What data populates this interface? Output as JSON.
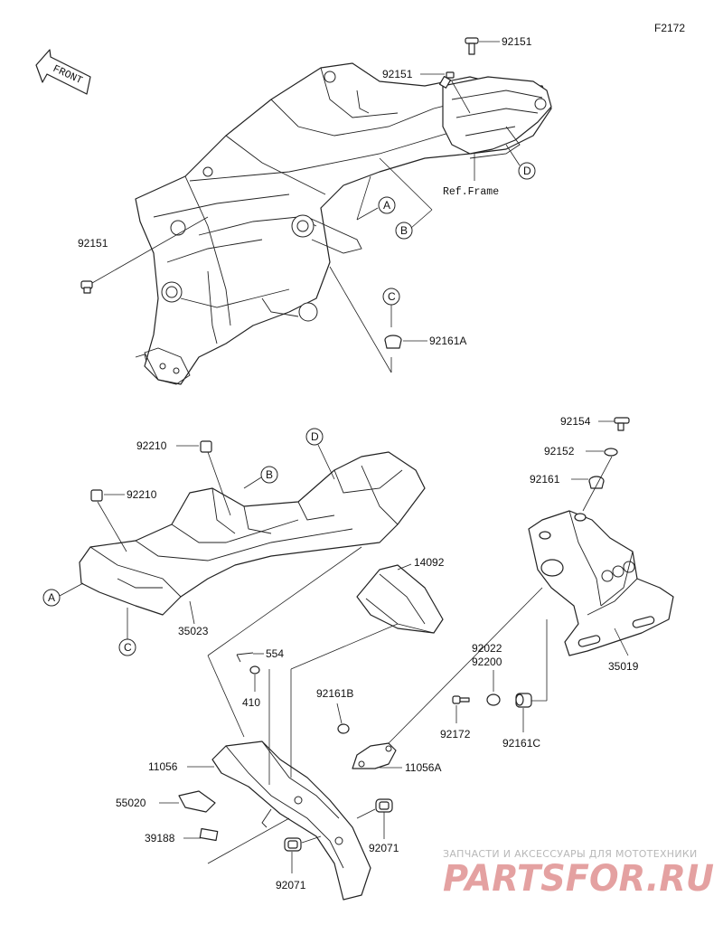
{
  "diagram_code": "F2172",
  "front_arrow_label": "FRONT",
  "ref_frame_label": "Ref.Frame",
  "callouts": [
    "A",
    "B",
    "C",
    "D"
  ],
  "labels": {
    "p92151_top": "92151",
    "p92151_mid": "92151",
    "p92151_left": "92151",
    "p92161A": "92161A",
    "p92210_a": "92210",
    "p92210_b": "92210",
    "p35023": "35023",
    "p14092": "14092",
    "p554": "554",
    "p410": "410",
    "p92161B": "92161B",
    "p11056A": "11056A",
    "p11056": "11056",
    "p55020": "55020",
    "p39188": "39188",
    "p92071_a": "92071",
    "p92071_b": "92071",
    "p92154": "92154",
    "p92152": "92152",
    "p92161": "92161",
    "p35019": "35019",
    "p92022": "92022",
    "p92200": "92200",
    "p92172": "92172",
    "p92161C": "92161C"
  },
  "watermark": {
    "tagline": "ЗАПЧАСТИ И АКСЕССУАРЫ ДЛЯ МОТОТЕХНИКИ",
    "brand": "PARTSFOR.RU"
  }
}
